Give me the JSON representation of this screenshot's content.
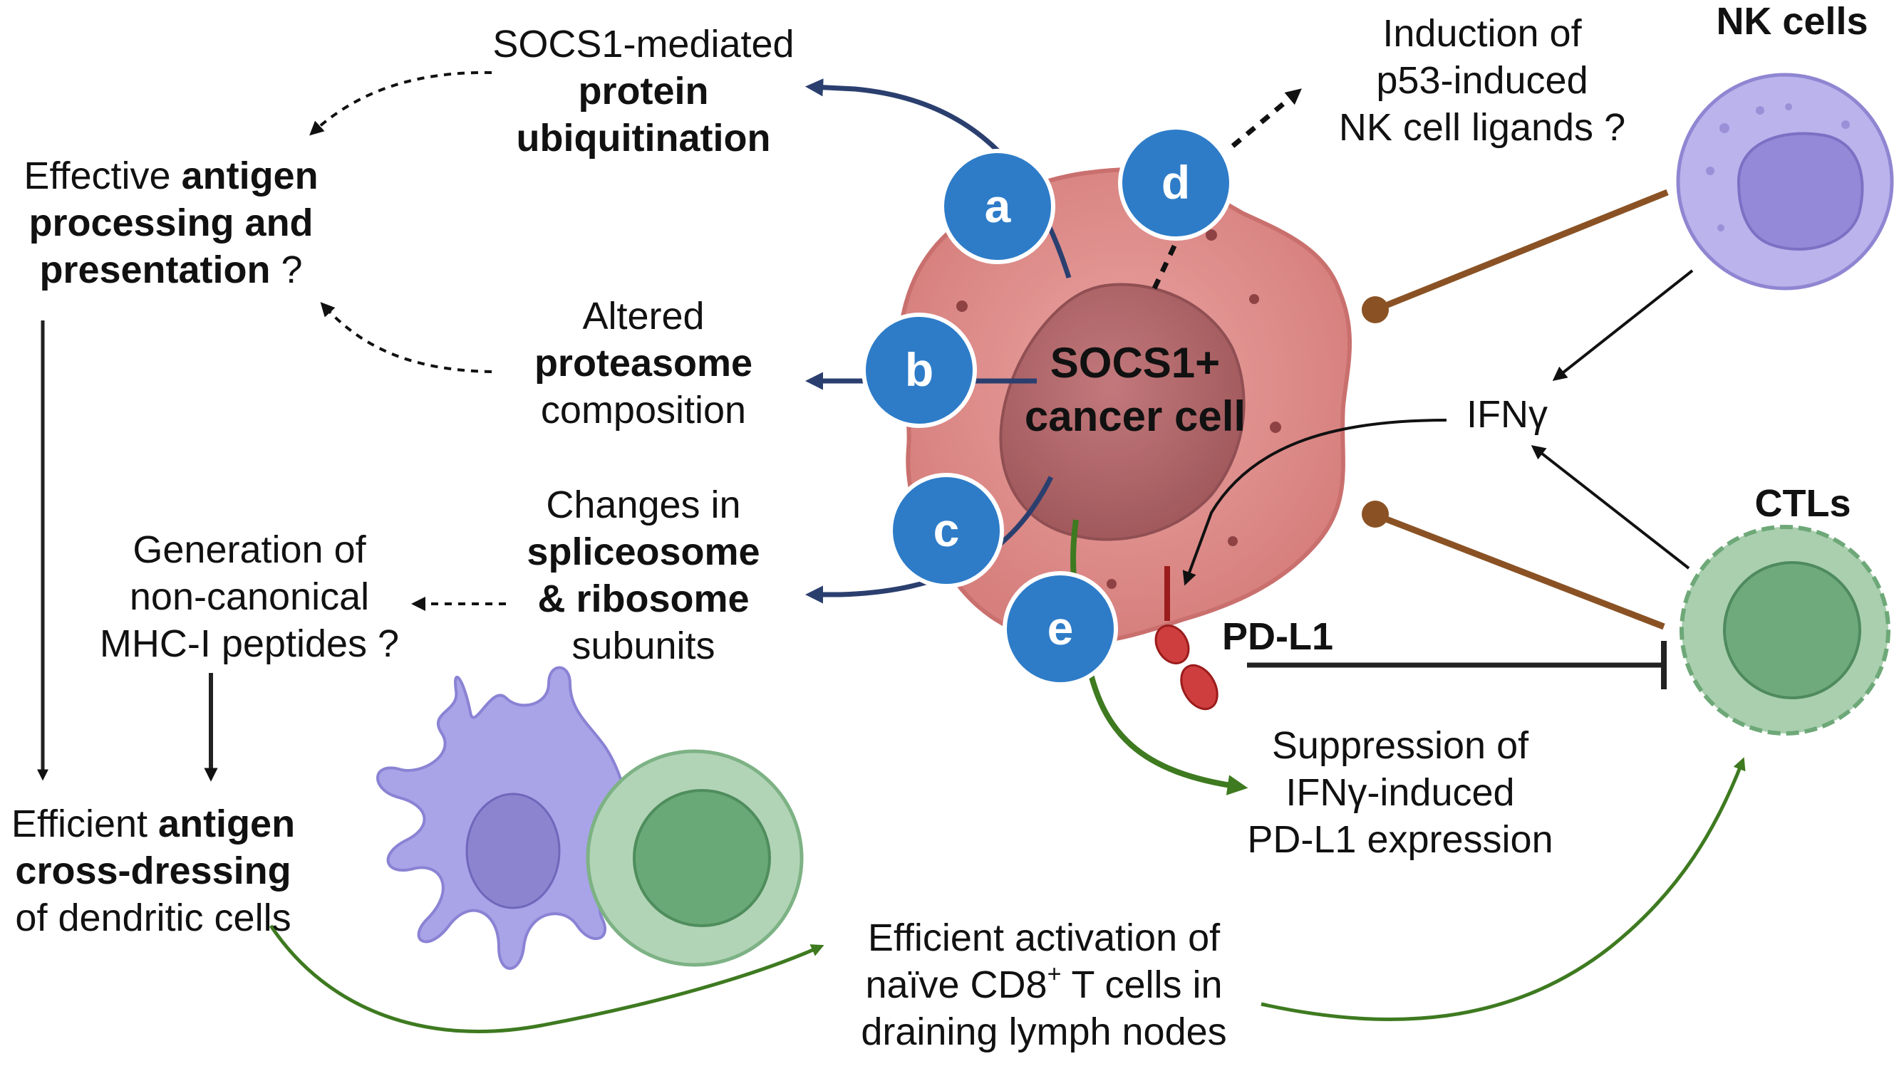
{
  "colors": {
    "navy": "#2b3f6f",
    "green": "#3e7a20",
    "brown": "#8a5224",
    "badge": "#2e7cc8",
    "tumor": "#de8f8f",
    "nk": "#b8b0ea",
    "ctl": "#a9cfae",
    "dc": "#a9a3e8",
    "pdl1": "#cf3e3e"
  },
  "badges": {
    "a": "a",
    "b": "b",
    "c": "c",
    "d": "d",
    "e": "e"
  },
  "center": {
    "line1": "SOCS1+",
    "line2": "cancer cell"
  },
  "cells": {
    "nk": "NK cells",
    "ctl": "CTLs",
    "pdl1": "PD-L1",
    "ifng": "IFNγ"
  },
  "labels": {
    "ubiq": {
      "l1": "SOCS1-mediated",
      "l2": "protein",
      "l3": "ubiquitination"
    },
    "protea": {
      "l1": "Altered",
      "l2": "proteasome",
      "l3": "composition"
    },
    "splice": {
      "l1": "Changes in",
      "l2": "spliceosome",
      "l3": "& ribosome",
      "l4": "subunits"
    },
    "p53": {
      "l1": "Induction of",
      "l2": "p53-induced",
      "l3": "NK cell ligands ?"
    },
    "antigen": {
      "l1a": "Effective",
      "l1b": "antigen",
      "l2": "processing and",
      "l3a": "presentation",
      "l3b": "?"
    },
    "noncanon": {
      "l1": "Generation of",
      "l2": "non-canonical",
      "l3": "MHC-I peptides ?"
    },
    "crossdress": {
      "l1a": "Efficient",
      "l1b": "antigen",
      "l2": "cross-dressing",
      "l3": "of dendritic cells"
    },
    "activation": {
      "l1": "Efficient activation of",
      "l2a": "naïve CD8",
      "l2sup": "+",
      "l2b": " T cells in",
      "l3": "draining lymph nodes"
    },
    "suppress": {
      "l1": "Suppression of",
      "l2": "IFNγ-induced",
      "l3": "PD-L1 expression"
    }
  }
}
